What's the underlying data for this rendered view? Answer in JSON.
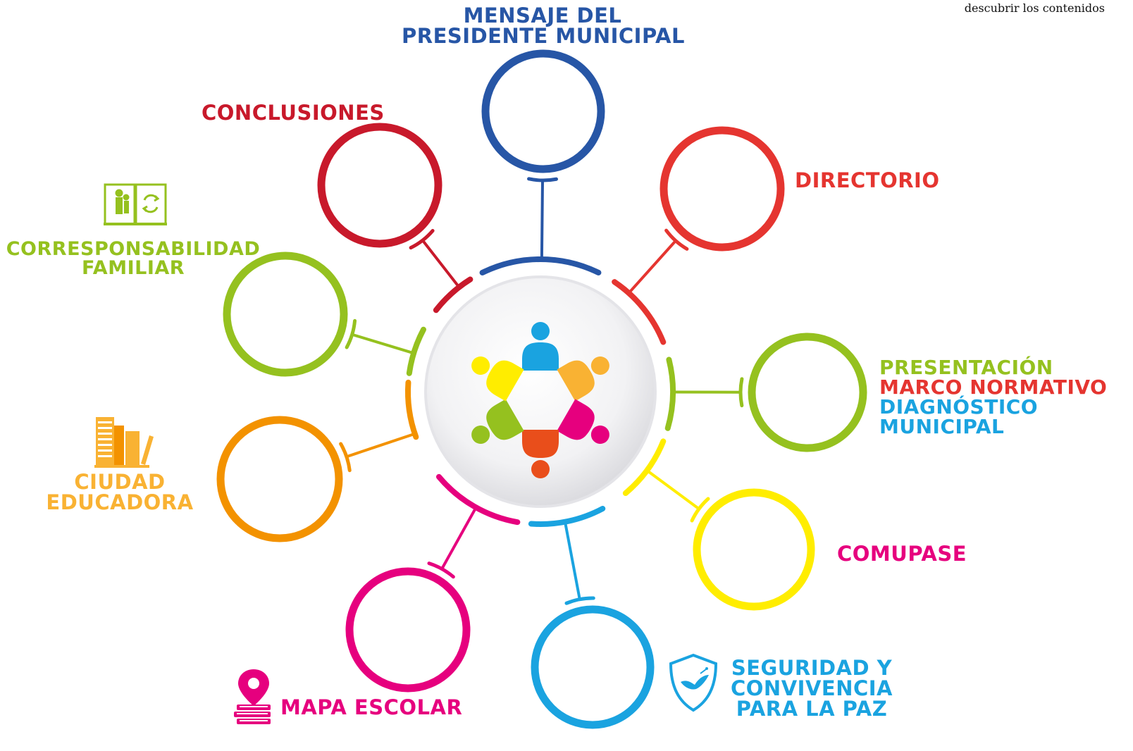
{
  "corner_note": "descubrir los contenidos",
  "colors": {
    "navy": "#2756a6",
    "crimson": "#c8192b",
    "red": "#e53530",
    "lime": "#95c11f",
    "orange": "#f39200",
    "gold": "#f9b233",
    "magenta": "#e6007e",
    "skyblue": "#1aa3e0",
    "yellow": "#ffed00",
    "deep_orange": "#e94e1b"
  },
  "nodes": [
    {
      "id": "mensaje",
      "lines": [
        "MENSAJE DEL",
        "PRESIDENTE MUNICIPAL"
      ],
      "color": "#2756a6"
    },
    {
      "id": "conclusiones",
      "lines": [
        "CONCLUSIONES"
      ],
      "color": "#c8192b"
    },
    {
      "id": "directorio",
      "lines": [
        "DIRECTORIO"
      ],
      "color": "#e53530"
    },
    {
      "id": "corresponsabilidad",
      "lines": [
        "CORRESPONSABILIDAD",
        "FAMILIAR"
      ],
      "color": "#95c11f",
      "icon": "family-book-icon"
    },
    {
      "id": "presentacion",
      "lines": [
        {
          "text": "PRESENTACIÓN",
          "color": "#95c11f"
        },
        {
          "text": "MARCO NORMATIVO",
          "color": "#e53530"
        },
        {
          "text": "DIAGNÓSTICO",
          "color": "#1aa3e0"
        },
        {
          "text": "MUNICIPAL",
          "color": "#1aa3e0"
        }
      ]
    },
    {
      "id": "ciudad",
      "lines": [
        "CIUDAD",
        "EDUCADORA"
      ],
      "color": "#f9b233",
      "icon": "city-buildings-icon"
    },
    {
      "id": "comupase",
      "lines": [
        "COMUPASE"
      ],
      "color": "#e6007e"
    },
    {
      "id": "mapa",
      "lines": [
        "MAPA ESCOLAR"
      ],
      "color": "#e6007e",
      "icon": "map-pin-books-icon"
    },
    {
      "id": "seguridad",
      "lines": [
        "SEGURIDAD Y",
        "CONVIVENCIA",
        "PARA LA PAZ"
      ],
      "color": "#1aa3e0",
      "icon": "dove-shield-icon"
    }
  ]
}
